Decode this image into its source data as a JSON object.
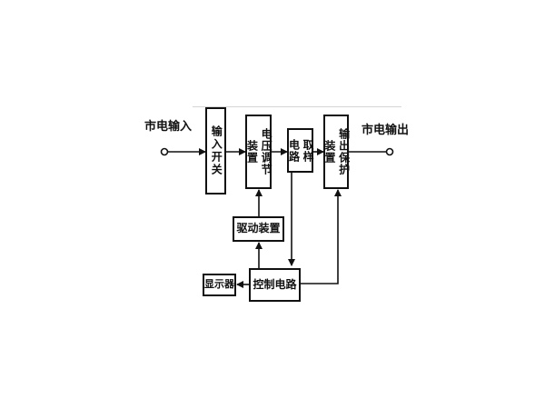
{
  "labels": {
    "mains_input": "市电输入",
    "mains_output": "市电输出"
  },
  "blocks": {
    "input_switch": "输入开关",
    "voltage_regulator": "电压调节装置",
    "sampling_circuit": "取样电路",
    "output_protection": "输出保护装置",
    "drive_unit": "驱动装置",
    "control_circuit": "控制电路",
    "display": "显示器"
  },
  "colors": {
    "line": "#111111",
    "background": "#ffffff"
  }
}
